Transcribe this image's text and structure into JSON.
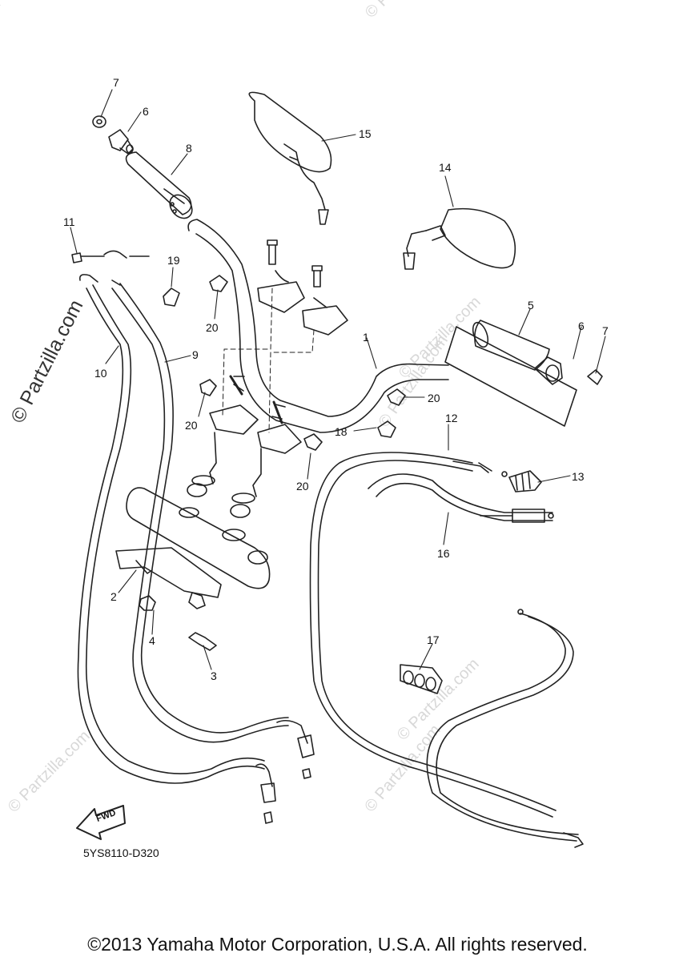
{
  "watermarks": {
    "side": "© Partzilla.com",
    "faint": "© Partzilla.com"
  },
  "callouts": {
    "c1": "1",
    "c2": "2",
    "c3": "3",
    "c4": "4",
    "c5": "5",
    "c6a": "6",
    "c6b": "6",
    "c7a": "7",
    "c7b": "7",
    "c8": "8",
    "c9": "9",
    "c10": "10",
    "c11": "11",
    "c12": "12",
    "c13": "13",
    "c14": "14",
    "c15": "15",
    "c16": "16",
    "c17": "17",
    "c18": "18",
    "c19": "19",
    "c20a": "20",
    "c20b": "20",
    "c20c": "20",
    "c20d": "20"
  },
  "fwd_label": "FWD",
  "diagram_code": "5YS8110-D320",
  "copyright": "©2013 Yamaha Motor Corporation, U.S.A. All rights reserved."
}
